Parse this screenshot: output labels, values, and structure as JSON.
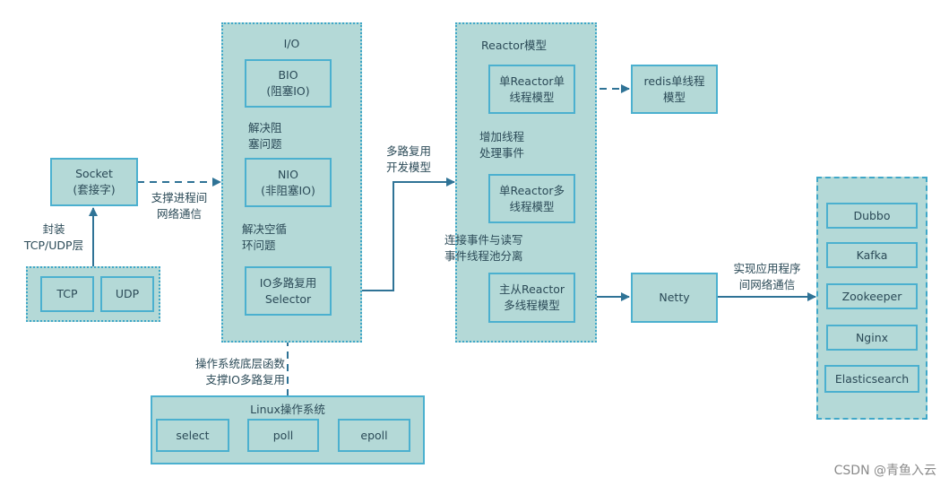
{
  "colors": {
    "fill": "#b4d9d7",
    "border": "#4bb0cf",
    "arrow": "#2f7396",
    "text": "#2b4a57"
  },
  "socket": {
    "label": "Socket\n(套接字)"
  },
  "transport": {
    "items": [
      "TCP",
      "UDP"
    ]
  },
  "edges": {
    "encapsulate": "封装\nTCP/UDP层",
    "socket_to_io": "支撑进程间\n网络通信",
    "bio_to_nio": "解决阻\n塞问题",
    "nio_to_selector": "解决空循\n环问题",
    "os_to_selector": "操作系统底层函数\n支撑IO多路复用",
    "selector_to_reactor": "多路复用\n开发模型",
    "single_to_multi": "增加线程\n处理事件",
    "multi_to_master": "连接事件与读写\n事件线程池分离",
    "netty_to_apps": "实现应用程序\n间网络通信"
  },
  "io_group": {
    "title": "I/O",
    "nodes": [
      "BIO\n(阻塞IO)",
      "NIO\n(非阻塞IO)",
      "IO多路复用\nSelector"
    ]
  },
  "linux": {
    "title": "Linux操作系统",
    "items": [
      "select",
      "poll",
      "epoll"
    ]
  },
  "reactor_group": {
    "title": "Reactor模型",
    "nodes": [
      "单Reactor单\n线程模型",
      "单Reactor多\n线程模型",
      "主从Reactor\n多线程模型"
    ]
  },
  "redis": {
    "label": "redis单线程\n模型"
  },
  "netty": {
    "label": "Netty"
  },
  "apps": {
    "items": [
      "Dubbo",
      "Kafka",
      "Zookeeper",
      "Nginx",
      "Elasticsearch"
    ]
  },
  "watermark": "CSDN @青鱼入云"
}
